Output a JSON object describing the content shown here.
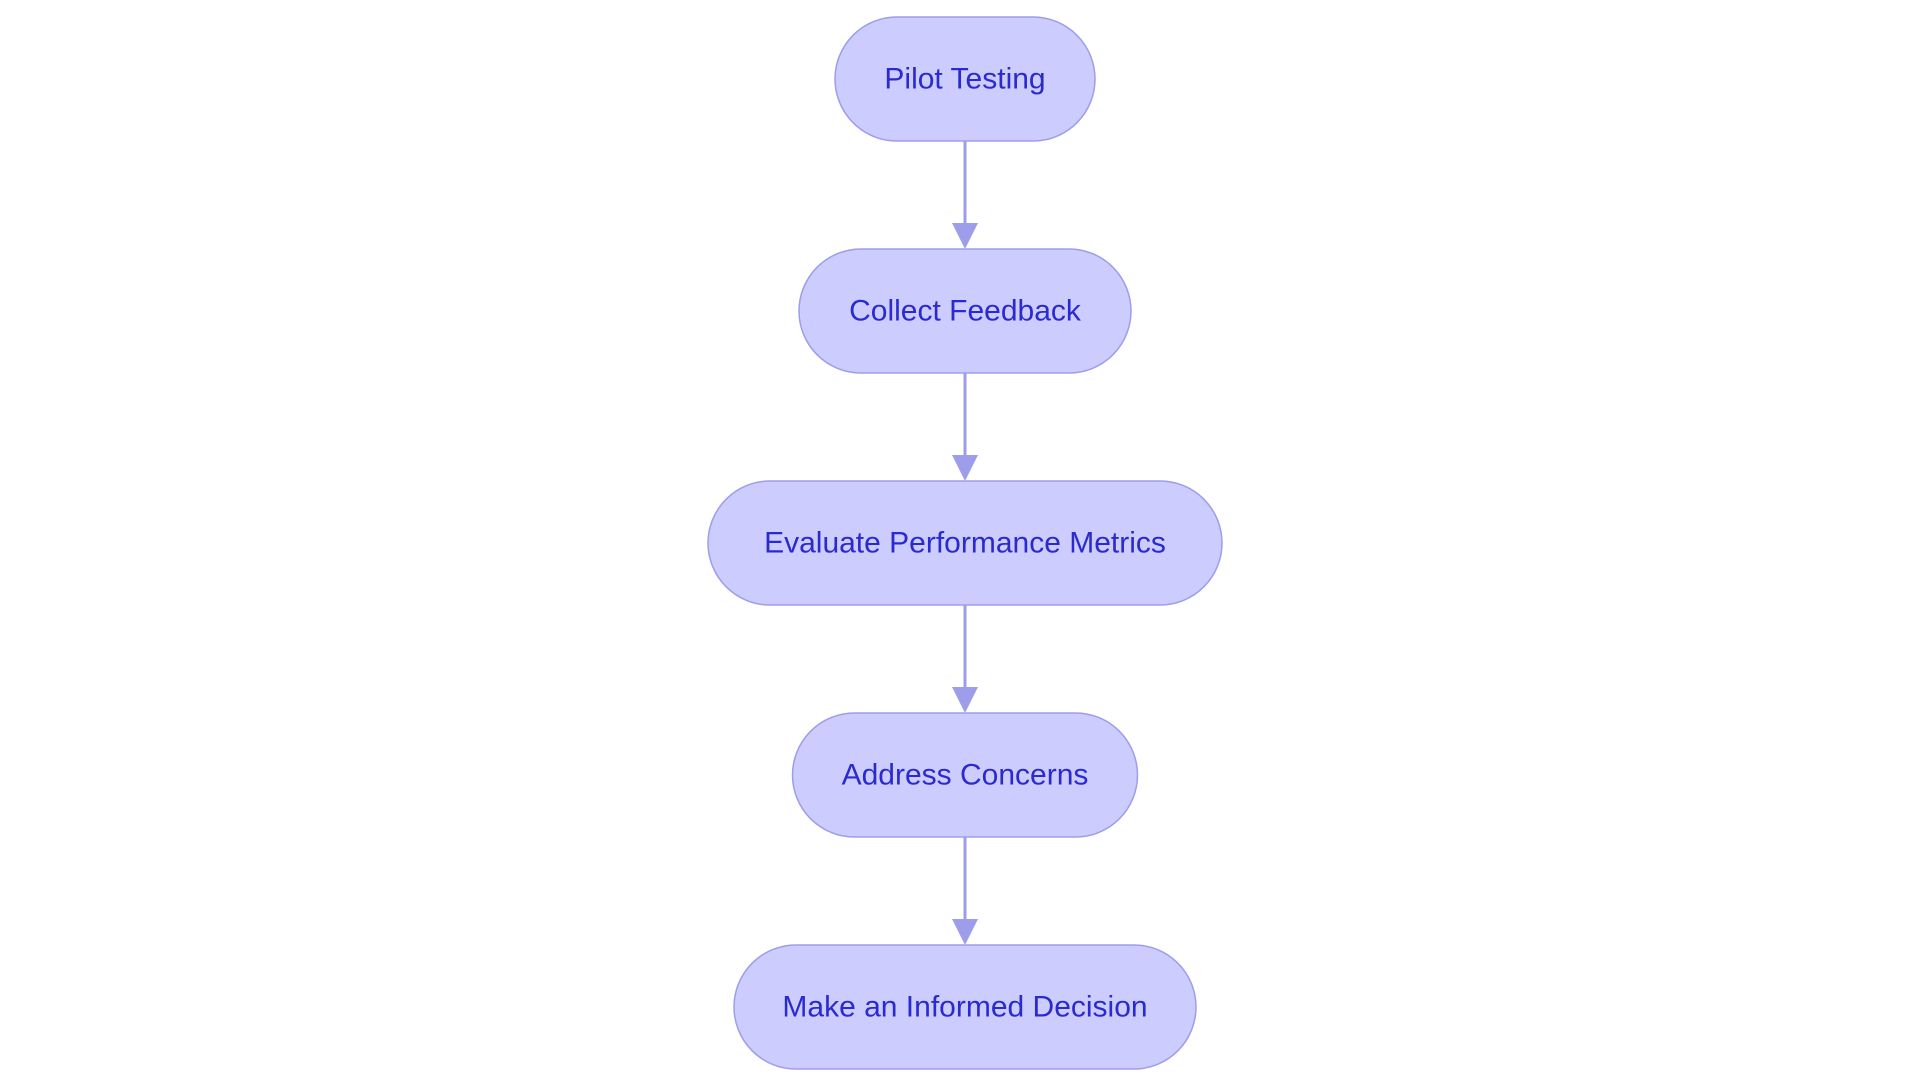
{
  "diagram": {
    "type": "flowchart",
    "direction": "top-to-bottom",
    "colors": {
      "node_fill": "#ccccff",
      "node_border": "#9d9deb",
      "node_text": "#2a2acf",
      "edge": "#9d9deb",
      "background": "#ffffff"
    },
    "nodes": [
      {
        "id": "pilot",
        "label": "Pilot Testing"
      },
      {
        "id": "feedback",
        "label": "Collect Feedback"
      },
      {
        "id": "metrics",
        "label": "Evaluate Performance Metrics"
      },
      {
        "id": "concerns",
        "label": "Address Concerns"
      },
      {
        "id": "decision",
        "label": "Make an Informed Decision"
      }
    ],
    "edges": [
      {
        "from": "pilot",
        "to": "feedback"
      },
      {
        "from": "feedback",
        "to": "metrics"
      },
      {
        "from": "metrics",
        "to": "concerns"
      },
      {
        "from": "concerns",
        "to": "decision"
      }
    ]
  }
}
